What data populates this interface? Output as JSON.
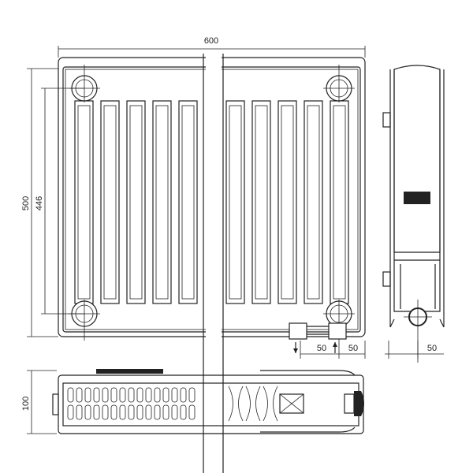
{
  "dimensions": {
    "overall_width": "600",
    "overall_height": "500",
    "connection_spacing": "446",
    "bottom_connection_left": "50",
    "bottom_connection_right": "50",
    "side_connection_offset": "50",
    "depth": "100"
  },
  "colors": {
    "line": "#222222",
    "background": "#ffffff"
  }
}
